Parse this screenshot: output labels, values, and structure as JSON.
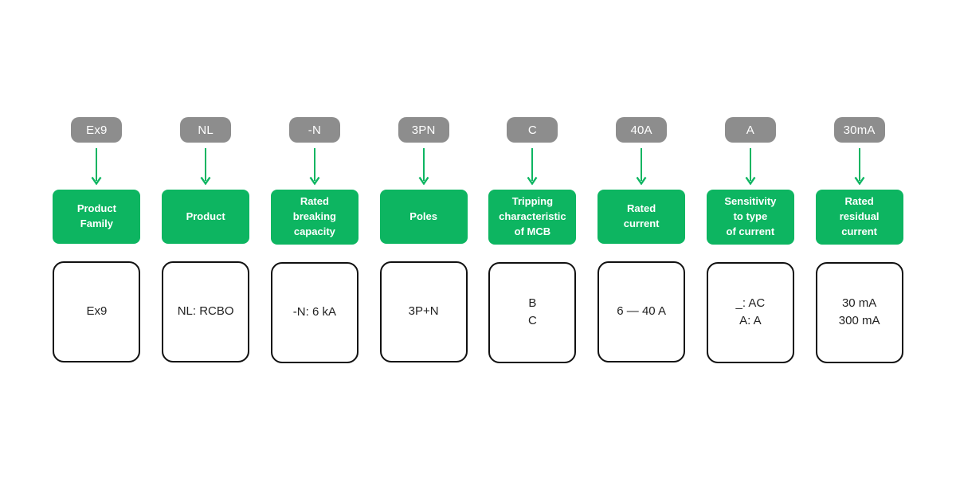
{
  "colors": {
    "badge_gray": "#8d8d8d",
    "accent_green": "#0db561",
    "box_border": "#111111",
    "background": "#ffffff"
  },
  "icons": {
    "down_arrow": "down-arrow-icon"
  },
  "columns": [
    {
      "code": "Ex9",
      "label": "Product\nFamily",
      "value": "Ex9"
    },
    {
      "code": "NL",
      "label": "Product",
      "value": "NL: RCBO"
    },
    {
      "code": "-N",
      "label": "Rated\nbreaking\ncapacity",
      "value": "-N: 6 kA"
    },
    {
      "code": "3PN",
      "label": "Poles",
      "value": "3P+N"
    },
    {
      "code": "C",
      "label": "Tripping\ncharacteristic\nof MCB",
      "value": "B\nC"
    },
    {
      "code": "40A",
      "label": "Rated\ncurrent",
      "value": "6 — 40 A"
    },
    {
      "code": "A",
      "label": "Sensitivity\nto type\nof current",
      "value": "_: AC\nA: A"
    },
    {
      "code": "30mA",
      "label": "Rated\nresidual\ncurrent",
      "value": "30 mA\n300 mA"
    }
  ]
}
